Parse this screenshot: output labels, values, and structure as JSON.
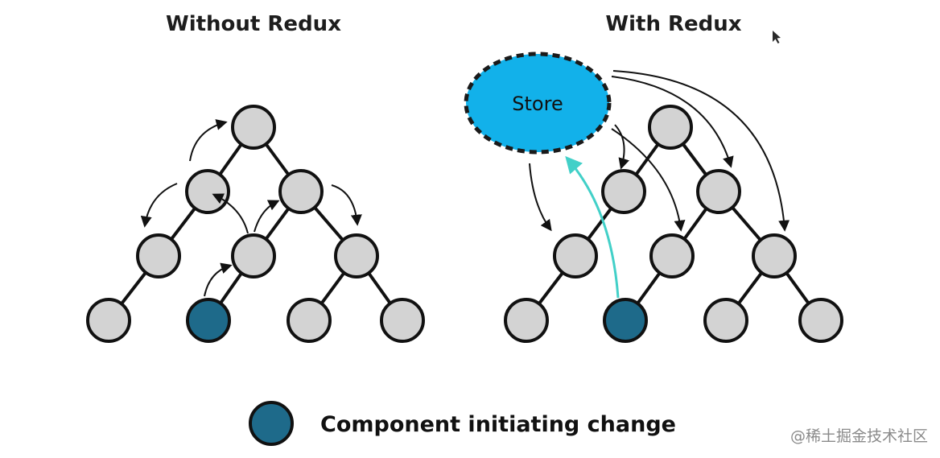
{
  "titles": {
    "left": "Without Redux",
    "right": "With Redux"
  },
  "store": {
    "label": "Store"
  },
  "legend": {
    "label": "Component initiating change"
  },
  "watermark": {
    "text": "@稀土掘金技术社区"
  },
  "colors": {
    "node_fill": "#d3d3d3",
    "node_stroke": "#111111",
    "initiator_fill": "#1e6a8a",
    "store_fill": "#12b1ea",
    "flow_arrow": "#42d0c8",
    "arrow": "#111111"
  }
}
